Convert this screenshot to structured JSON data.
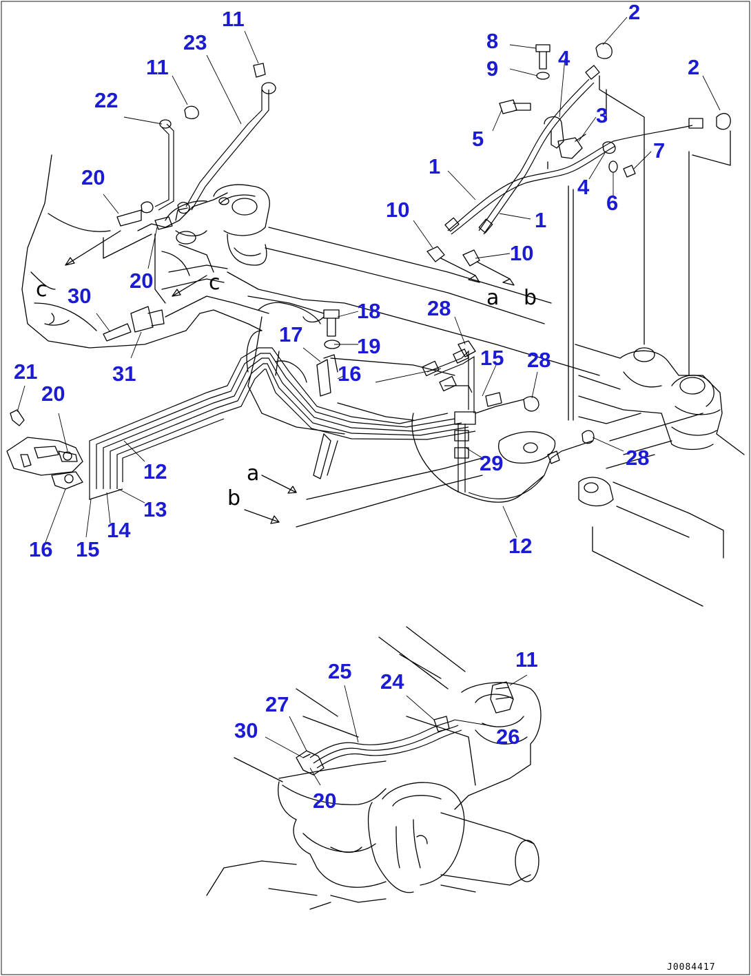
{
  "diagram": {
    "drawing_code": "J0084417",
    "view_letters": [
      "c",
      "c",
      "a",
      "b",
      "a",
      "b"
    ],
    "callouts": [
      "11",
      "23",
      "11",
      "22",
      "20",
      "20",
      "30",
      "31",
      "21",
      "20",
      "12",
      "13",
      "14",
      "15",
      "16",
      "8",
      "4",
      "9",
      "5",
      "3",
      "2",
      "2",
      "7",
      "4",
      "6",
      "1",
      "1",
      "10",
      "10",
      "18",
      "19",
      "17",
      "16",
      "28",
      "15",
      "28",
      "28",
      "29",
      "12",
      "11",
      "25",
      "24",
      "27",
      "30",
      "26",
      "20"
    ]
  }
}
